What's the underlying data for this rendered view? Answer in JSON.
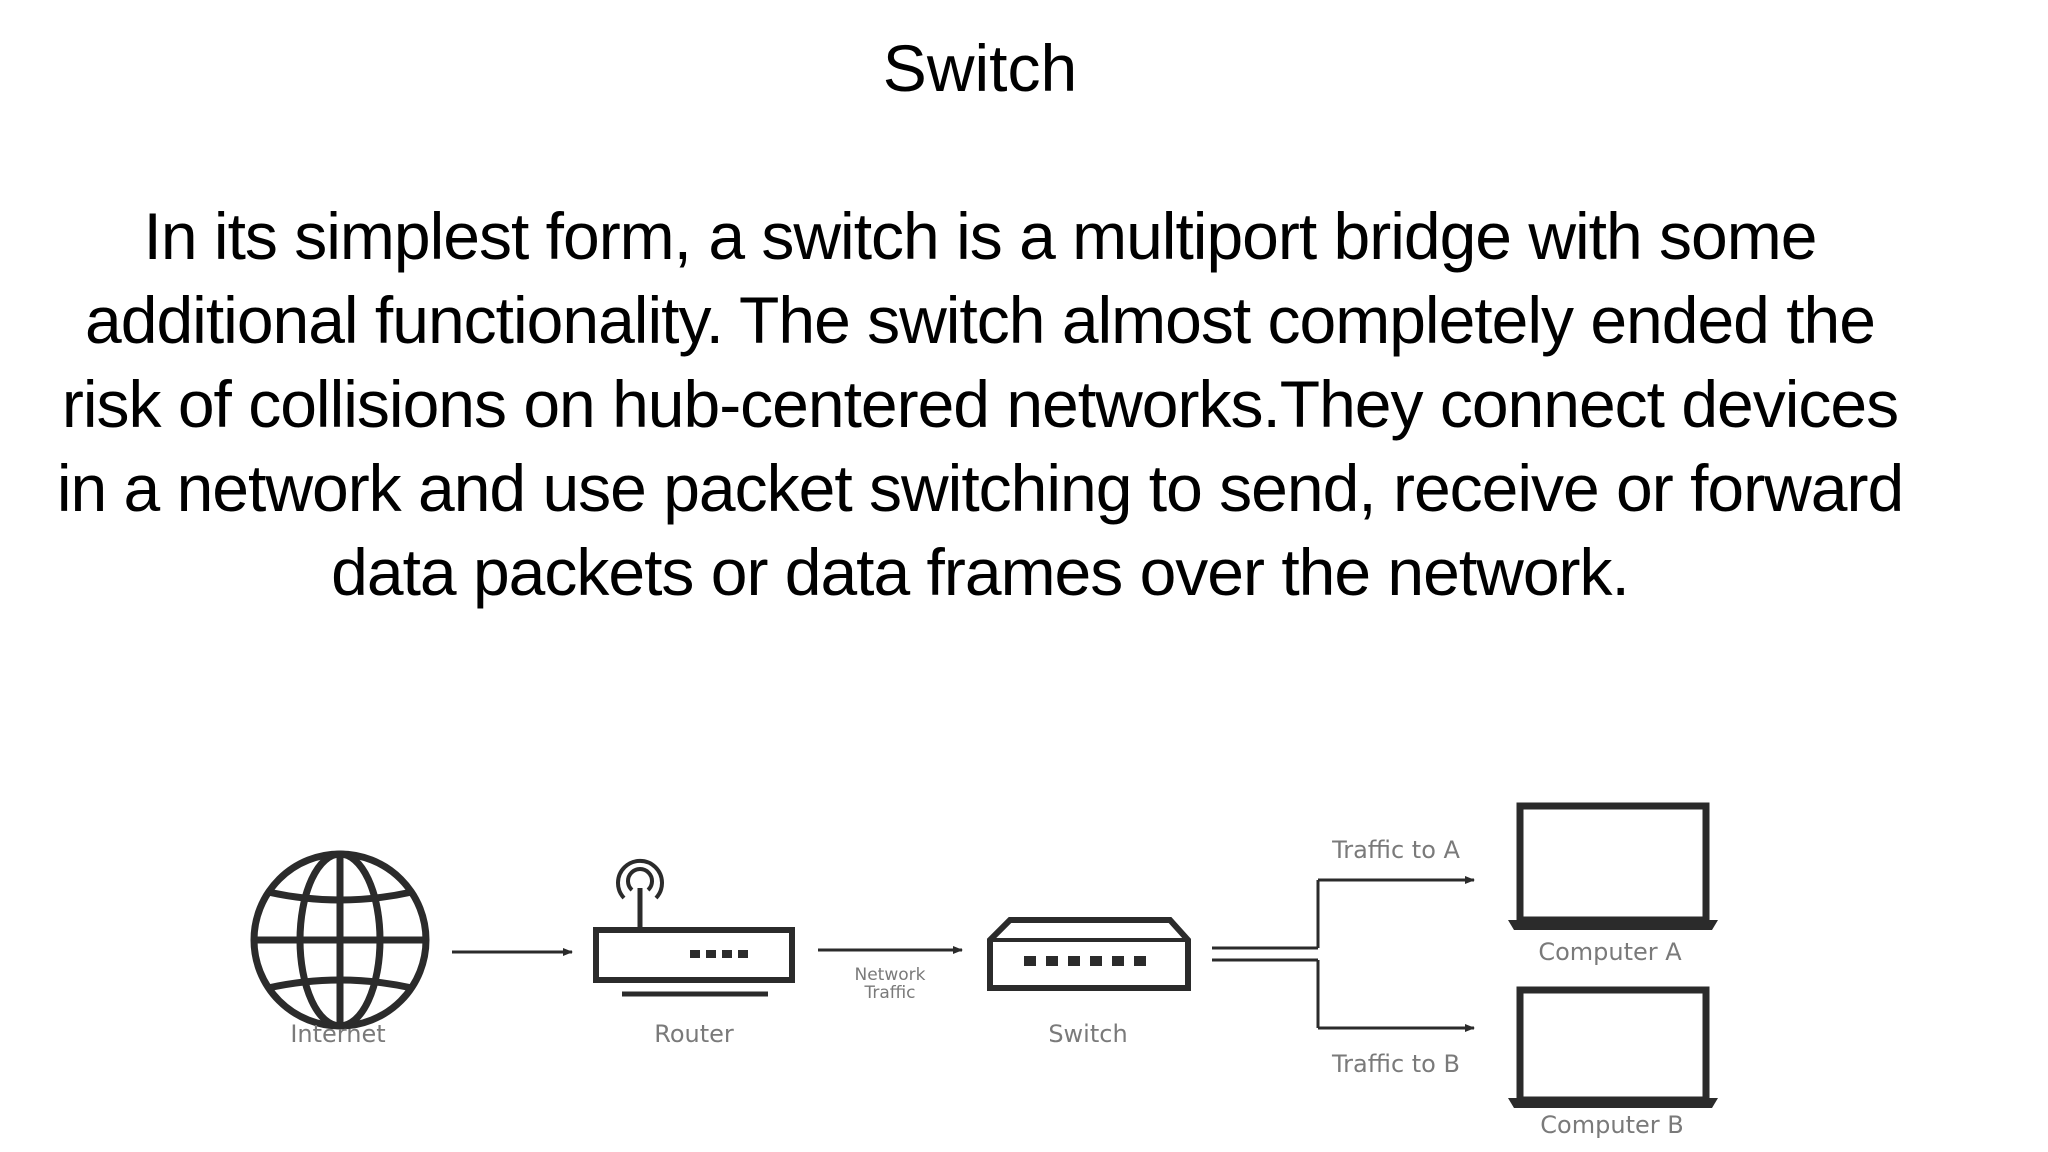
{
  "slide": {
    "title": "Switch",
    "body": "In its simplest form, a switch is a multiport bridge with some additional functionality. The switch almost completely ended the risk of collisions on hub-centered networks.They connect devices in a network and use packet switching to send, receive or forward data packets or data frames over the network."
  },
  "diagram": {
    "internet_label": "Internet",
    "router_label": "Router",
    "network_traffic_line1": "Network",
    "network_traffic_line2": "Traffic",
    "switch_label": "Switch",
    "traffic_to_a": "Traffic to A",
    "traffic_to_b": "Traffic to B",
    "computer_a": "Computer A",
    "computer_b": "Computer B",
    "line_color": "#2b2b2b",
    "label_color": "#7a7a7a"
  }
}
